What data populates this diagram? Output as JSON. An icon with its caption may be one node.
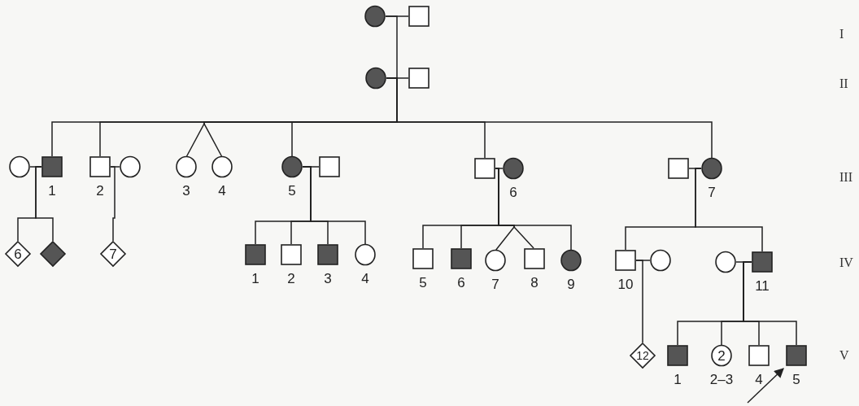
{
  "diagram": {
    "nodes": [
      {
        "text": [],
        "shape": "circle"
      },
      {
        "text": [],
        "shape": "box"
      },
      {
        "text": [],
        "shape": "circle"
      },
      {
        "text": [],
        "shape": "box"
      },
      {
        "text": [],
        "shape": "circle"
      },
      {
        "text": [],
        "shape": "box",
        "beside": [
          "1"
        ]
      },
      {
        "text": [],
        "shape": "box",
        "beside": [
          "2"
        ]
      },
      {
        "text": [],
        "shape": "circle"
      },
      {
        "text": [],
        "shape": "circle",
        "beside": [
          "3"
        ]
      },
      {
        "text": [],
        "shape": "circle",
        "beside": [
          "4"
        ]
      },
      {
        "text": [],
        "shape": "circle",
        "beside": [
          "5"
        ]
      },
      {
        "text": [],
        "shape": "box"
      },
      {
        "text": [],
        "shape": "box"
      },
      {
        "text": [],
        "shape": "circle",
        "beside": [
          "6"
        ]
      },
      {
        "text": [],
        "shape": "box"
      },
      {
        "text": [],
        "shape": "circle",
        "beside": [
          "7"
        ]
      },
      {
        "text": [],
        "shape": "box",
        "beside": [
          "1"
        ]
      },
      {
        "text": [],
        "shape": "box",
        "beside": [
          "2"
        ]
      },
      {
        "text": [],
        "shape": "box",
        "beside": [
          "3"
        ]
      },
      {
        "text": [],
        "shape": "circle",
        "beside": [
          "4"
        ]
      },
      {
        "text": [],
        "shape": "box",
        "beside": [
          "5"
        ]
      },
      {
        "text": [],
        "shape": "box",
        "beside": [
          "6"
        ]
      },
      {
        "text": [],
        "shape": "circle",
        "beside": [
          "7"
        ]
      },
      {
        "text": [],
        "shape": "box",
        "beside": [
          "8"
        ]
      },
      {
        "text": [],
        "shape": "circle",
        "beside": [
          "9"
        ]
      },
      {
        "text": [],
        "shape": "box",
        "beside": [
          "10"
        ]
      },
      {
        "text": [],
        "shape": "circle"
      },
      {
        "text": [],
        "shape": "circle"
      },
      {
        "text": [],
        "shape": "box",
        "beside": [
          "11"
        ]
      },
      {
        "text": [
          "6"
        ]
      },
      {
        "text": [],
        "shape": "diamond"
      },
      {
        "text": [
          "7"
        ]
      },
      {
        "text": [
          "12"
        ]
      },
      {
        "text": [],
        "shape": "box",
        "beside": [
          "1"
        ]
      },
      {
        "text": [
          "2"
        ],
        "beside": [
          "2–3"
        ]
      },
      {
        "text": [],
        "shape": "box",
        "beside": [
          "4"
        ]
      },
      {
        "text": [],
        "shape": "box",
        "beside": [
          "5"
        ]
      }
    ],
    "edges": [
      {
        "from": 0,
        "to": 1,
        "arrow": "none"
      },
      {
        "from": 0,
        "to": 2,
        "arrow": "none"
      },
      {
        "from": 2,
        "to": 3,
        "arrow": "none"
      },
      {
        "from": 2,
        "to": 5,
        "arrow": "none"
      },
      {
        "from": 2,
        "to": 6,
        "arrow": "none"
      },
      {
        "from": 2,
        "to": 8,
        "arrow": "none"
      },
      {
        "from": 2,
        "to": 9,
        "arrow": "none"
      },
      {
        "from": 2,
        "to": 10,
        "arrow": "none"
      },
      {
        "from": 2,
        "to": 12,
        "arrow": "none"
      },
      {
        "from": 2,
        "to": 15,
        "arrow": "none"
      },
      {
        "from": 4,
        "to": 5,
        "arrow": "none"
      },
      {
        "from": 6,
        "to": 7,
        "arrow": "none"
      },
      {
        "from": 10,
        "to": 11,
        "arrow": "none"
      },
      {
        "from": 12,
        "to": 13,
        "arrow": "none"
      },
      {
        "from": 14,
        "to": 15,
        "arrow": "none"
      },
      {
        "from": 5,
        "to": 29,
        "arrow": "none"
      },
      {
        "from": 5,
        "to": 30,
        "arrow": "none"
      },
      {
        "from": 6,
        "to": 31,
        "arrow": "none"
      },
      {
        "from": 10,
        "to": 16,
        "arrow": "none"
      },
      {
        "from": 10,
        "to": 17,
        "arrow": "none"
      },
      {
        "from": 10,
        "to": 18,
        "arrow": "none"
      },
      {
        "from": 10,
        "to": 19,
        "arrow": "none"
      },
      {
        "from": 12,
        "to": 20,
        "arrow": "none"
      },
      {
        "from": 12,
        "to": 21,
        "arrow": "none"
      },
      {
        "from": 12,
        "to": 22,
        "arrow": "none"
      },
      {
        "from": 12,
        "to": 23,
        "arrow": "none"
      },
      {
        "from": 12,
        "to": 24,
        "arrow": "none"
      },
      {
        "from": 15,
        "to": 25,
        "arrow": "none"
      },
      {
        "from": 15,
        "to": 28,
        "arrow": "none"
      },
      {
        "from": 25,
        "to": 26,
        "arrow": "none"
      },
      {
        "from": 27,
        "to": 28,
        "arrow": "none"
      },
      {
        "from": 25,
        "to": 32,
        "arrow": "none"
      },
      {
        "from": 28,
        "to": 33,
        "arrow": "none"
      },
      {
        "from": 28,
        "to": 34,
        "arrow": "none"
      },
      {
        "from": 28,
        "to": 35,
        "arrow": "none"
      },
      {
        "from": 28,
        "to": 36,
        "arrow": "none"
      },
      {
        "from": null,
        "to": 36,
        "arrow": "to"
      }
    ],
    "labels": [
      "I",
      "II",
      "III",
      "IV",
      "V"
    ]
  }
}
